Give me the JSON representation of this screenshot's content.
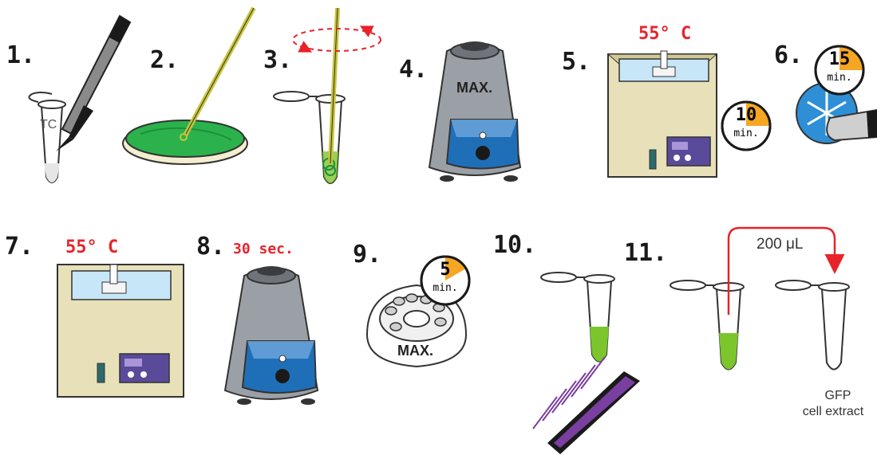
{
  "steps": [
    "1.",
    "2.",
    "3.",
    "4.",
    "5.",
    "6.",
    "7.",
    "8.",
    "9.",
    "10.",
    "11."
  ],
  "labels": {
    "tube_tc": "TC",
    "max_vortex": "MAX.",
    "max_centrifuge": "MAX.",
    "temp_step5": "55° C",
    "temp_step7": "55° C",
    "time_step8": "30 sec.",
    "timer_step5": {
      "value": "10",
      "unit": "min."
    },
    "timer_step6": {
      "value": "15",
      "unit": "min."
    },
    "timer_step9": {
      "value": "5",
      "unit": "min."
    },
    "transfer_volume": "200 μL",
    "gfp_line1": "GFP",
    "gfp_line2": "cell extract"
  },
  "colors": {
    "accent_red": "#e8232a",
    "timer_orange": "#f5a623",
    "culture_green": "#2bb24c",
    "liquid_green": "#7cc52d",
    "pipette_yellow": "#c8c43a",
    "bath_tan": "#e8e0b8",
    "water_blue": "#c7e6f7",
    "uv_purple": "#7a3fa0",
    "freezer_blue": "#2e8fd6"
  },
  "icons": [
    "pen-icon",
    "petri-dish-icon",
    "microtube-icon",
    "vortex-icon",
    "water-bath-icon",
    "freezer-icon",
    "centrifuge-icon",
    "uv-lamp-icon",
    "timer-icon"
  ]
}
